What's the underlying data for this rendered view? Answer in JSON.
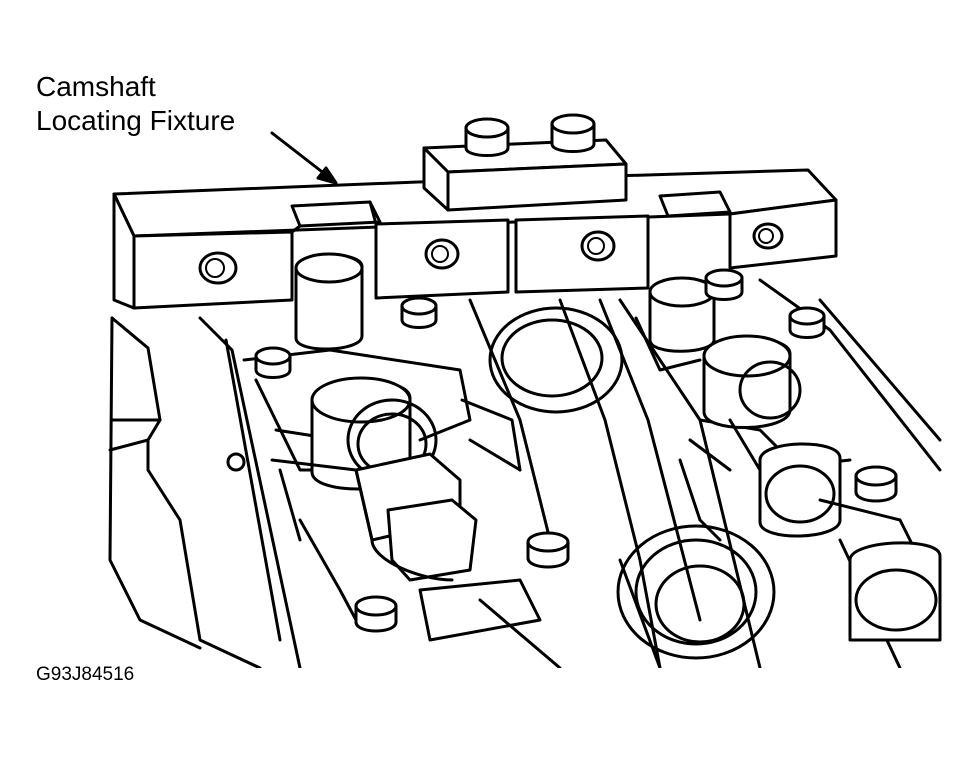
{
  "callout": {
    "line1": "Camshaft",
    "line2": "Locating Fixture"
  },
  "figure_code": "G93J84516",
  "colors": {
    "ink": "#000000",
    "paper": "#ffffff"
  }
}
